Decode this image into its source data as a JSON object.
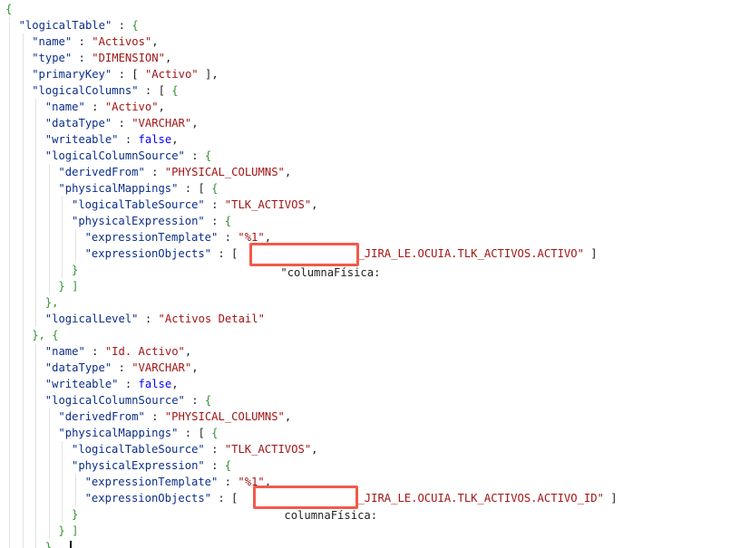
{
  "editor": {
    "lines": [
      {
        "indent": 0,
        "tokens": [
          {
            "t": "{",
            "c": "bracket"
          }
        ]
      },
      {
        "indent": 1,
        "tokens": [
          {
            "t": "\"logicalTable\"",
            "c": "k"
          },
          {
            "t": " : ",
            "c": "p"
          },
          {
            "t": "{",
            "c": "bracket"
          }
        ]
      },
      {
        "indent": 2,
        "tokens": [
          {
            "t": "\"name\"",
            "c": "k"
          },
          {
            "t": " : ",
            "c": "p"
          },
          {
            "t": "\"Activos\"",
            "c": "s"
          },
          {
            "t": ",",
            "c": "p"
          }
        ]
      },
      {
        "indent": 2,
        "tokens": [
          {
            "t": "\"type\"",
            "c": "k"
          },
          {
            "t": " : ",
            "c": "p"
          },
          {
            "t": "\"DIMENSION\"",
            "c": "s"
          },
          {
            "t": ",",
            "c": "p"
          }
        ]
      },
      {
        "indent": 2,
        "tokens": [
          {
            "t": "\"primaryKey\"",
            "c": "k"
          },
          {
            "t": " : [ ",
            "c": "p"
          },
          {
            "t": "\"Activo\"",
            "c": "s"
          },
          {
            "t": " ],",
            "c": "p"
          }
        ]
      },
      {
        "indent": 2,
        "tokens": [
          {
            "t": "\"logicalColumns\"",
            "c": "k"
          },
          {
            "t": " : [ ",
            "c": "p"
          },
          {
            "t": "{",
            "c": "bracket"
          }
        ]
      },
      {
        "indent": 3,
        "tokens": [
          {
            "t": "\"name\"",
            "c": "k"
          },
          {
            "t": " : ",
            "c": "p"
          },
          {
            "t": "\"Activo\"",
            "c": "s"
          },
          {
            "t": ",",
            "c": "p"
          }
        ]
      },
      {
        "indent": 3,
        "tokens": [
          {
            "t": "\"dataType\"",
            "c": "k"
          },
          {
            "t": " : ",
            "c": "p"
          },
          {
            "t": "\"VARCHAR\"",
            "c": "s"
          },
          {
            "t": ",",
            "c": "p"
          }
        ]
      },
      {
        "indent": 3,
        "tokens": [
          {
            "t": "\"writeable\"",
            "c": "k"
          },
          {
            "t": " : ",
            "c": "p"
          },
          {
            "t": "false",
            "c": "b"
          },
          {
            "t": ",",
            "c": "p"
          }
        ]
      },
      {
        "indent": 3,
        "tokens": [
          {
            "t": "\"logicalColumnSource\"",
            "c": "k"
          },
          {
            "t": " : ",
            "c": "p"
          },
          {
            "t": "{",
            "c": "bracket"
          }
        ]
      },
      {
        "indent": 4,
        "tokens": [
          {
            "t": "\"derivedFrom\"",
            "c": "k"
          },
          {
            "t": " : ",
            "c": "p"
          },
          {
            "t": "\"PHYSICAL_COLUMNS\"",
            "c": "s"
          },
          {
            "t": ",",
            "c": "p"
          }
        ]
      },
      {
        "indent": 4,
        "tokens": [
          {
            "t": "\"physicalMappings\"",
            "c": "k"
          },
          {
            "t": " : [ ",
            "c": "p"
          },
          {
            "t": "{",
            "c": "bracket"
          }
        ]
      },
      {
        "indent": 5,
        "tokens": [
          {
            "t": "\"logicalTableSource\"",
            "c": "k"
          },
          {
            "t": " : ",
            "c": "p"
          },
          {
            "t": "\"TLK_ACTIVOS\"",
            "c": "s"
          },
          {
            "t": ",",
            "c": "p"
          }
        ]
      },
      {
        "indent": 5,
        "tokens": [
          {
            "t": "\"physicalExpression\"",
            "c": "k"
          },
          {
            "t": " : ",
            "c": "p"
          },
          {
            "t": "{",
            "c": "bracket"
          }
        ]
      },
      {
        "indent": 6,
        "tokens": [
          {
            "t": "\"expressionTemplate\"",
            "c": "k"
          },
          {
            "t": " : ",
            "c": "p"
          },
          {
            "t": "\"%1\"",
            "c": "s"
          },
          {
            "t": ",",
            "c": "p"
          }
        ]
      },
      {
        "indent": 6,
        "tokens": [
          {
            "t": "\"expressionObjects\"",
            "c": "k"
          },
          {
            "t": " : [ ",
            "c": "p"
          },
          {
            "t": "                W_JIRA_LE.OCUIA.TLK_ACTIVOS.ACTIVO\"",
            "c": "s"
          },
          {
            "t": " ]",
            "c": "p"
          }
        ]
      },
      {
        "indent": 5,
        "tokens": [
          {
            "t": "}",
            "c": "bracket"
          }
        ]
      },
      {
        "indent": 4,
        "tokens": [
          {
            "t": "} ]",
            "c": "bracket"
          }
        ]
      },
      {
        "indent": 3,
        "tokens": [
          {
            "t": "},",
            "c": "bracket"
          }
        ]
      },
      {
        "indent": 3,
        "tokens": [
          {
            "t": "\"logicalLevel\"",
            "c": "k"
          },
          {
            "t": " : ",
            "c": "p"
          },
          {
            "t": "\"Activos Detail\"",
            "c": "s"
          }
        ]
      },
      {
        "indent": 2,
        "tokens": [
          {
            "t": "}, {",
            "c": "bracket"
          }
        ]
      },
      {
        "indent": 3,
        "tokens": [
          {
            "t": "\"name\"",
            "c": "k"
          },
          {
            "t": " : ",
            "c": "p"
          },
          {
            "t": "\"Id. Activo\"",
            "c": "s"
          },
          {
            "t": ",",
            "c": "p"
          }
        ]
      },
      {
        "indent": 3,
        "tokens": [
          {
            "t": "\"dataType\"",
            "c": "k"
          },
          {
            "t": " : ",
            "c": "p"
          },
          {
            "t": "\"VARCHAR\"",
            "c": "s"
          },
          {
            "t": ",",
            "c": "p"
          }
        ]
      },
      {
        "indent": 3,
        "tokens": [
          {
            "t": "\"writeable\"",
            "c": "k"
          },
          {
            "t": " : ",
            "c": "p"
          },
          {
            "t": "false",
            "c": "b"
          },
          {
            "t": ",",
            "c": "p"
          }
        ]
      },
      {
        "indent": 3,
        "tokens": [
          {
            "t": "\"logicalColumnSource\"",
            "c": "k"
          },
          {
            "t": " : ",
            "c": "p"
          },
          {
            "t": "{",
            "c": "bracket"
          }
        ]
      },
      {
        "indent": 4,
        "tokens": [
          {
            "t": "\"derivedFrom\"",
            "c": "k"
          },
          {
            "t": " : ",
            "c": "p"
          },
          {
            "t": "\"PHYSICAL_COLUMNS\"",
            "c": "s"
          },
          {
            "t": ",",
            "c": "p"
          }
        ]
      },
      {
        "indent": 4,
        "tokens": [
          {
            "t": "\"physicalMappings\"",
            "c": "k"
          },
          {
            "t": " : [ ",
            "c": "p"
          },
          {
            "t": "{",
            "c": "bracket"
          }
        ]
      },
      {
        "indent": 5,
        "tokens": [
          {
            "t": "\"logicalTableSource\"",
            "c": "k"
          },
          {
            "t": " : ",
            "c": "p"
          },
          {
            "t": "\"TLK_ACTIVOS\"",
            "c": "s"
          },
          {
            "t": ",",
            "c": "p"
          }
        ]
      },
      {
        "indent": 5,
        "tokens": [
          {
            "t": "\"physicalExpression\"",
            "c": "k"
          },
          {
            "t": " : ",
            "c": "p"
          },
          {
            "t": "{",
            "c": "bracket"
          }
        ]
      },
      {
        "indent": 6,
        "tokens": [
          {
            "t": "\"expressionTemplate\"",
            "c": "k"
          },
          {
            "t": " : ",
            "c": "p"
          },
          {
            "t": "\"%1\"",
            "c": "s"
          },
          {
            "t": ",",
            "c": "p"
          }
        ]
      },
      {
        "indent": 6,
        "tokens": [
          {
            "t": "\"expressionObjects\"",
            "c": "k"
          },
          {
            "t": " : [ ",
            "c": "p"
          },
          {
            "t": "                W_JIRA_LE.OCUIA.TLK_ACTIVOS.ACTIVO_ID\"",
            "c": "s"
          },
          {
            "t": " ]",
            "c": "p"
          }
        ]
      },
      {
        "indent": 5,
        "tokens": [
          {
            "t": "}",
            "c": "bracket"
          }
        ]
      },
      {
        "indent": 4,
        "tokens": [
          {
            "t": "} ]",
            "c": "bracket"
          }
        ]
      },
      {
        "indent": 3,
        "tokens": [
          {
            "t": "}",
            "c": "bracket"
          }
        ]
      }
    ]
  },
  "highlights": [
    {
      "label": "\"columnaFísica:"
    },
    {
      "label": "columnaFísica:"
    }
  ],
  "colors": {
    "key": "#0b2e8a",
    "string": "#a31515",
    "boolean": "#0000ff",
    "bracket": "#319331",
    "highlight_border": "#f15a4a"
  }
}
